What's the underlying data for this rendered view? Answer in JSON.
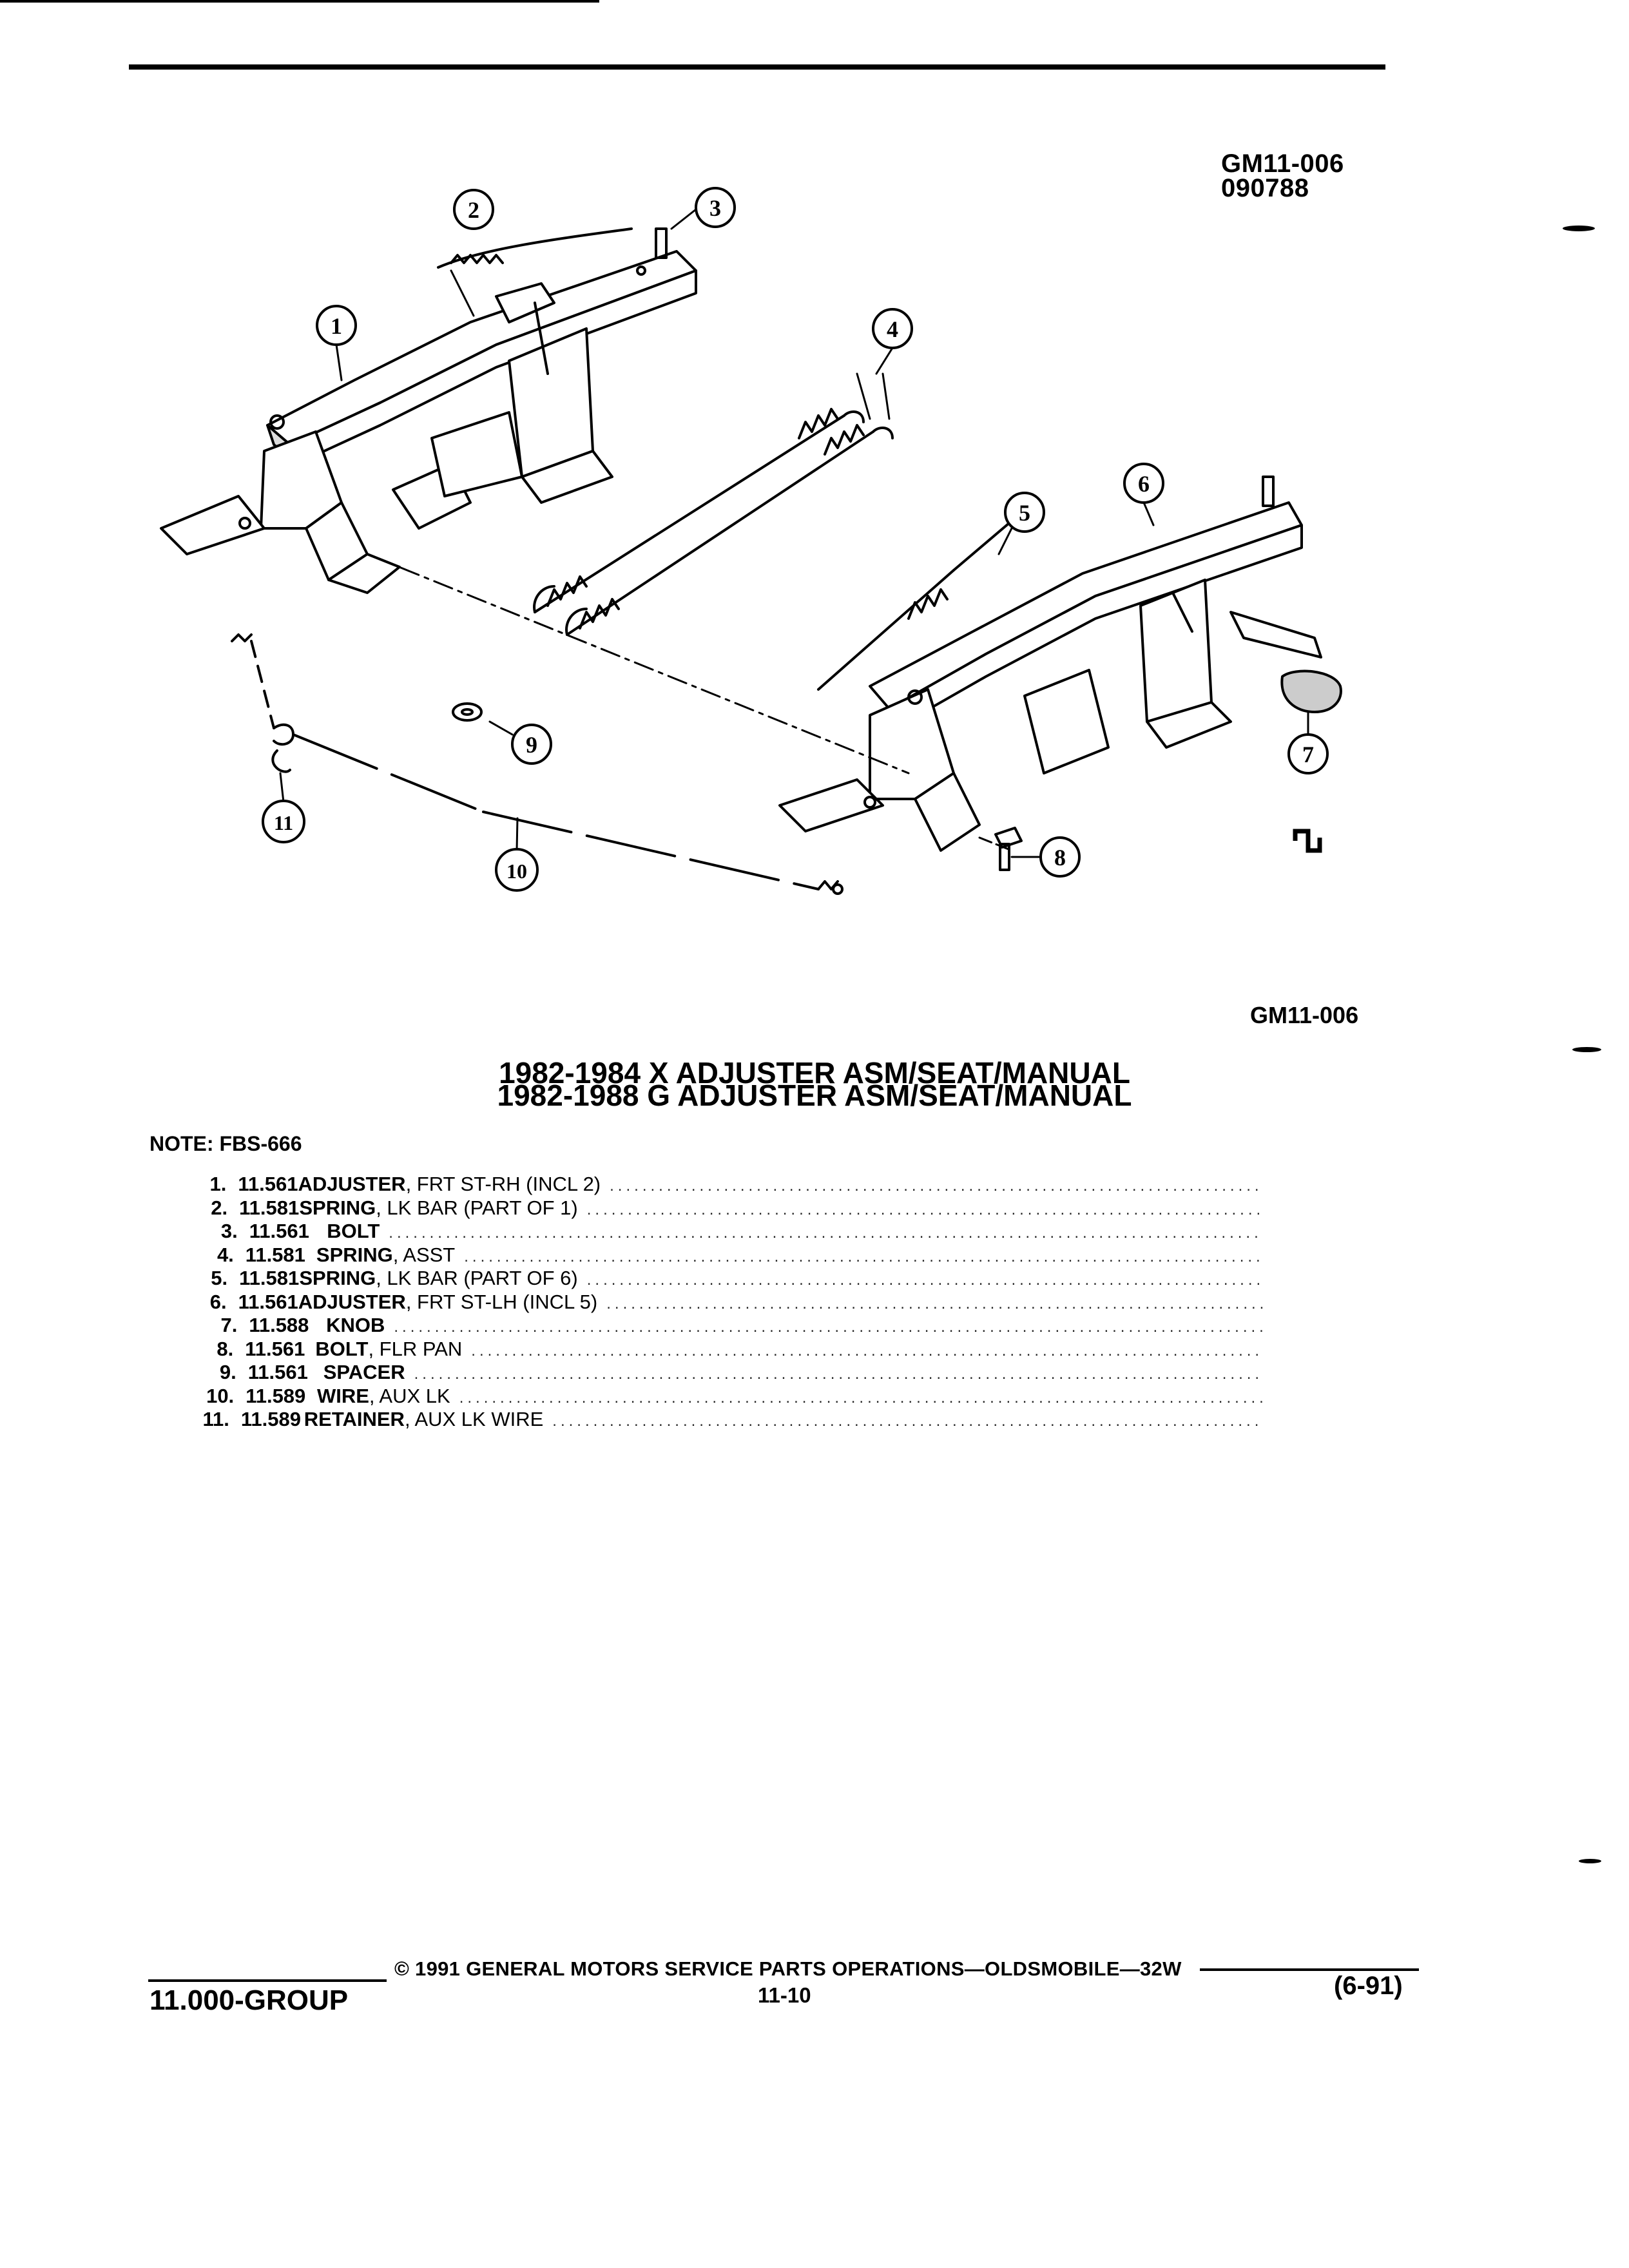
{
  "header": {
    "figure_code": "GM11-006",
    "figure_date": "090788"
  },
  "illustration": {
    "label": "GM11-006",
    "callouts": [
      "1",
      "2",
      "3",
      "4",
      "5",
      "6",
      "7",
      "8",
      "9",
      "10",
      "11"
    ]
  },
  "title": {
    "line1": "1982-1984 X ADJUSTER ASM/SEAT/MANUAL",
    "line2": "1982-1988 G ADJUSTER ASM/SEAT/MANUAL"
  },
  "note": "NOTE: FBS-666",
  "parts": [
    {
      "num": "1.",
      "code": "11.561",
      "name": "ADJUSTER",
      "detail": ", FRT ST-RH (INCL 2)"
    },
    {
      "num": "2.",
      "code": "11.581",
      "name": "SPRING",
      "detail": ", LK BAR (PART OF 1)"
    },
    {
      "num": "3.",
      "code": "11.561",
      "name": "BOLT",
      "detail": ""
    },
    {
      "num": "4.",
      "code": "11.581",
      "name": "SPRING",
      "detail": ", ASST"
    },
    {
      "num": "5.",
      "code": "11.581",
      "name": "SPRING",
      "detail": ", LK BAR (PART OF 6)"
    },
    {
      "num": "6.",
      "code": "11.561",
      "name": "ADJUSTER",
      "detail": ", FRT ST-LH (INCL 5)"
    },
    {
      "num": "7.",
      "code": "11.588",
      "name": "KNOB",
      "detail": ""
    },
    {
      "num": "8.",
      "code": "11.561",
      "name": "BOLT",
      "detail": ", FLR PAN"
    },
    {
      "num": "9.",
      "code": "11.561",
      "name": "SPACER",
      "detail": ""
    },
    {
      "num": "10.",
      "code": "11.589",
      "name": "WIRE",
      "detail": ", AUX LK"
    },
    {
      "num": "11.",
      "code": "11.589",
      "name": "RETAINER",
      "detail": ", AUX LK WIRE"
    }
  ],
  "footer": {
    "copyright": "© 1991 GENERAL MOTORS SERVICE PARTS OPERATIONS—OLDSMOBILE—32W",
    "group": "11.000-GROUP",
    "page": "11-10",
    "revision": "(6-91)"
  }
}
